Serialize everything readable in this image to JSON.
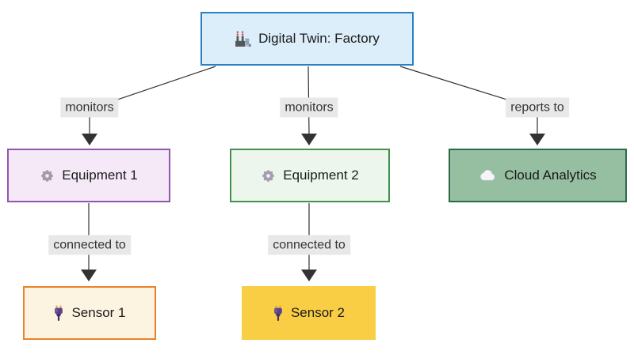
{
  "diagram": {
    "type": "flowchart",
    "nodes": [
      {
        "id": "digital-twin",
        "label": "Digital Twin: Factory",
        "icon": "factory-icon",
        "fill": "#dbeef9",
        "border": "#2a80c1"
      },
      {
        "id": "equipment-1",
        "label": "Equipment 1",
        "icon": "gear-icon",
        "fill": "#f5e9f8",
        "border": "#9055ae"
      },
      {
        "id": "equipment-2",
        "label": "Equipment 2",
        "icon": "gear-icon",
        "fill": "#edf6ed",
        "border": "#44914f"
      },
      {
        "id": "cloud-analytics",
        "label": "Cloud Analytics",
        "icon": "cloud-icon",
        "fill": "#96bfa2",
        "border": "#2d6a4a"
      },
      {
        "id": "sensor-1",
        "label": "Sensor 1",
        "icon": "plug-icon",
        "fill": "#fdf3e1",
        "border": "#e8832b"
      },
      {
        "id": "sensor-2",
        "label": "Sensor 2",
        "icon": "plug-icon",
        "fill": "#f9ce45",
        "border": "#f9ce45"
      }
    ],
    "edges": [
      {
        "from": "digital-twin",
        "to": "equipment-1",
        "label": "monitors"
      },
      {
        "from": "digital-twin",
        "to": "equipment-2",
        "label": "monitors"
      },
      {
        "from": "digital-twin",
        "to": "cloud-analytics",
        "label": "reports to"
      },
      {
        "from": "equipment-1",
        "to": "sensor-1",
        "label": "connected to"
      },
      {
        "from": "equipment-2",
        "to": "sensor-2",
        "label": "connected to"
      }
    ],
    "colors": {
      "background": "#ffffff",
      "edge_line": "#333333",
      "edge_label_bg": "#e8e8e8",
      "node_text": "#1a1a1a"
    }
  }
}
